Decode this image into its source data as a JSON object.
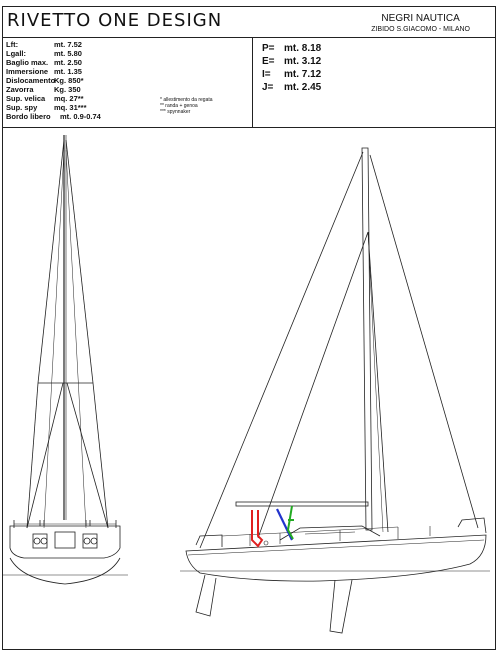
{
  "header": {
    "title": "RIVETTO ONE DESIGN",
    "company_name": "NEGRI NAUTICA",
    "company_address": "ZIBIDO S.GIACOMO - MILANO"
  },
  "specs": [
    {
      "label": "Lft:",
      "value": "mt. 7.52"
    },
    {
      "label": "Lgall:",
      "value": "mt. 5.80"
    },
    {
      "label": "Baglio max.",
      "value": "mt. 2.50"
    },
    {
      "label": "Immersione",
      "value": "mt. 1.35"
    },
    {
      "label": "Dislocamento",
      "value": "Kg. 850*"
    },
    {
      "label": "Zavorra",
      "value": "Kg. 350"
    },
    {
      "label": "Sup. velica",
      "value": "mq. 27**"
    },
    {
      "label": "Sup. spy",
      "value": "mq. 31***"
    },
    {
      "label": "Bordo libero",
      "value": "mt. 0.9-0.74"
    }
  ],
  "notes": [
    "* allestimento da regata",
    "** randa + genoa",
    "*** spynnaker"
  ],
  "rig": [
    {
      "label": "P=",
      "value": "mt.  8.18"
    },
    {
      "label": "E=",
      "value": "mt.  3.12"
    },
    {
      "label": "I=",
      "value": "mt.  7.12"
    },
    {
      "label": "J=",
      "value": "mt.  2.45"
    }
  ],
  "colors": {
    "line": "#222222",
    "red_part": "#e02020",
    "green_part": "#22aa22",
    "blue_part": "#2233cc"
  }
}
